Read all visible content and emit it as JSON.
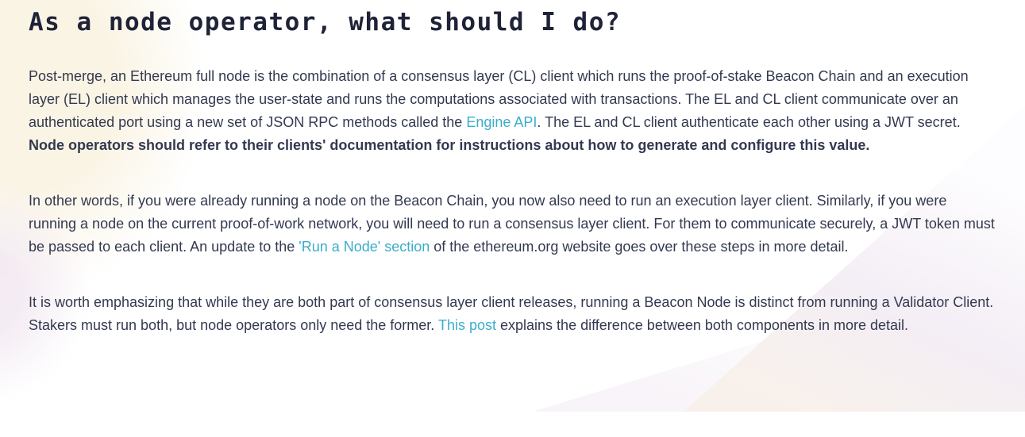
{
  "page": {
    "heading": "As a node operator, what should I do?"
  },
  "colors": {
    "heading_text": "#1f2337",
    "body_text": "#333950",
    "link": "#3badc9",
    "background": "#ffffff",
    "deco_cream": "#faf3e2",
    "deco_lavender": "#f2ebf3",
    "deco_peach": "#f8f1ec"
  },
  "content": {
    "paragraphs": [
      {
        "segments": [
          {
            "type": "text",
            "text": "Post-merge, an Ethereum full node is the combination of a consensus layer (CL) client which runs the proof-of-stake Beacon Chain and an execution layer (EL) client which manages the user-state and runs the computations associated with transactions. The EL and CL client communicate over an authenticated port using a new set of JSON RPC methods called the "
          },
          {
            "type": "link",
            "text": "Engine API"
          },
          {
            "type": "text",
            "text": ". The EL and CL client authenticate each other using a JWT secret. "
          },
          {
            "type": "bold",
            "text": "Node operators should refer to their clients' documentation for instructions about how to generate and configure this value."
          }
        ]
      },
      {
        "segments": [
          {
            "type": "text",
            "text": "In other words, if you were already running a node on the Beacon Chain, you now also need to run an execution layer client. Similarly, if you were running a node on the current proof-of-work network, you will need to run a consensus layer client. For them to communicate securely, a JWT token must be passed to each client. An update to the "
          },
          {
            "type": "link",
            "text": "'Run a Node' section"
          },
          {
            "type": "text",
            "text": " of the ethereum.org website goes over these steps in more detail."
          }
        ]
      },
      {
        "segments": [
          {
            "type": "text",
            "text": "It is worth emphasizing that while they are both part of consensus layer client releases, running a Beacon Node is distinct from running a Validator Client. Stakers must run both, but node operators only need the former. "
          },
          {
            "type": "link",
            "text": "This post"
          },
          {
            "type": "text",
            "text": " explains the difference between both components in more detail."
          }
        ]
      }
    ]
  }
}
